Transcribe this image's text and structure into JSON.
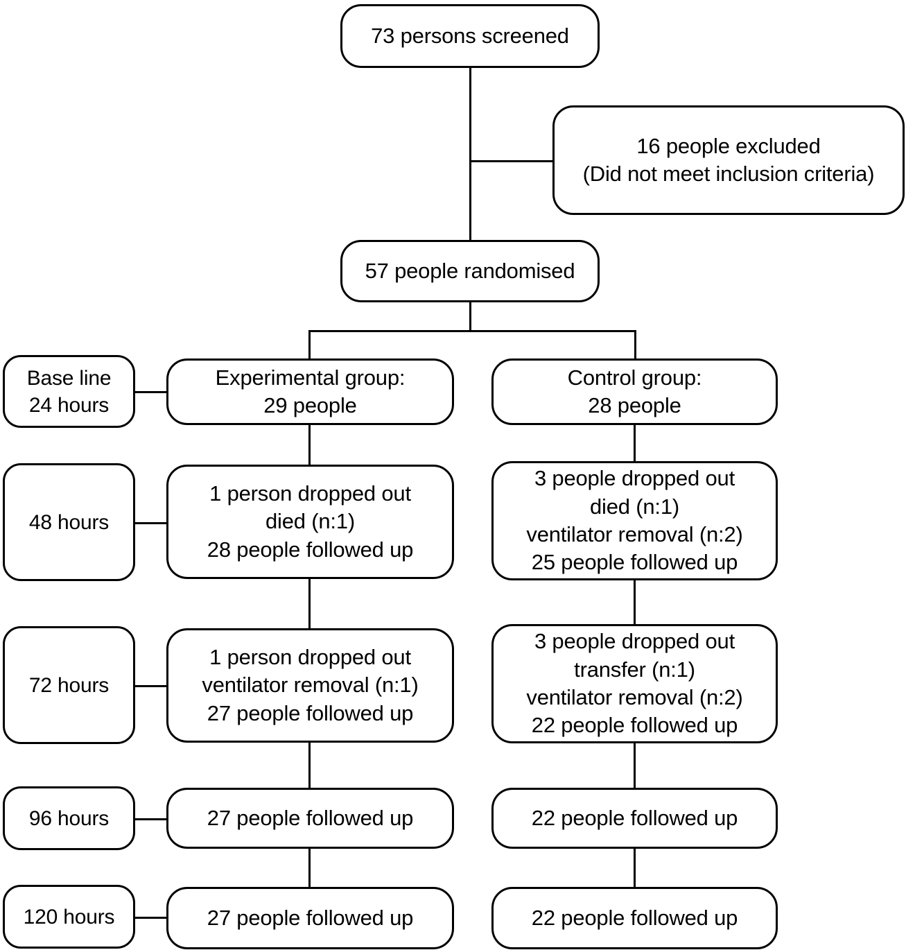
{
  "chart_data": {
    "type": "diagram",
    "title": "CONSORT participant flow diagram",
    "nodes": [
      {
        "id": "screened",
        "label": "73 persons screened"
      },
      {
        "id": "excluded",
        "label": "16 people excluded\n(Did not meet inclusion criteria)"
      },
      {
        "id": "randomised",
        "label": "57 people randomised"
      },
      {
        "id": "baseline_time",
        "label": "Base line\n24 hours"
      },
      {
        "id": "exp_baseline",
        "label": "Experimental group:\n29 people"
      },
      {
        "id": "ctl_baseline",
        "label": "Control group:\n28 people"
      },
      {
        "id": "t48",
        "label": "48 hours"
      },
      {
        "id": "exp_48",
        "label": "1 person dropped out\ndied (n:1)\n28 people followed up"
      },
      {
        "id": "ctl_48",
        "label": "3 people dropped out\ndied (n:1)\nventilator removal (n:2)\n25 people followed up"
      },
      {
        "id": "t72",
        "label": "72 hours"
      },
      {
        "id": "exp_72",
        "label": "1 person dropped out\nventilator removal (n:1)\n27 people followed up"
      },
      {
        "id": "ctl_72",
        "label": "3 people dropped out\ntransfer (n:1)\nventilator removal (n:2)\n22 people followed up"
      },
      {
        "id": "t96",
        "label": "96 hours"
      },
      {
        "id": "exp_96",
        "label": "27 people followed up"
      },
      {
        "id": "ctl_96",
        "label": "22 people followed up"
      },
      {
        "id": "t120",
        "label": "120 hours"
      },
      {
        "id": "exp_120",
        "label": "27 people followed up"
      },
      {
        "id": "ctl_120",
        "label": "22 people followed up"
      }
    ],
    "timepoints": [
      "Base line 24 hours",
      "48 hours",
      "72 hours",
      "96 hours",
      "120 hours"
    ],
    "arms": [
      "Experimental group",
      "Control group"
    ],
    "counts": {
      "screened": 73,
      "excluded": 16,
      "randomised": 57,
      "experimental": {
        "baseline": 29,
        "h48": 28,
        "h72": 27,
        "h96": 27,
        "h120": 27
      },
      "control": {
        "baseline": 28,
        "h48": 25,
        "h72": 22,
        "h96": 22,
        "h120": 22
      }
    },
    "line_color": "#000000",
    "background_color": "#ffffff"
  },
  "flow": {
    "screened": {
      "label": "73 persons screened"
    },
    "excluded": {
      "label": "16 people excluded\n(Did not meet inclusion criteria)"
    },
    "randomised": {
      "label": "57 people randomised"
    },
    "rows": [
      {
        "time": "Base line\n24 hours",
        "experimental": "Experimental group:\n29 people",
        "control": "Control group:\n28 people"
      },
      {
        "time": "48 hours",
        "experimental": "1 person dropped out\ndied (n:1)\n28 people followed up",
        "control": "3 people dropped out\ndied (n:1)\nventilator removal (n:2)\n25 people followed up"
      },
      {
        "time": "72 hours",
        "experimental": "1 person dropped out\nventilator removal (n:1)\n27 people followed up",
        "control": "3 people dropped out\ntransfer (n:1)\nventilator removal (n:2)\n22 people followed up"
      },
      {
        "time": "96 hours",
        "experimental": "27 people followed up",
        "control": "22 people followed up"
      },
      {
        "time": "120 hours",
        "experimental": "27 people followed up",
        "control": "22 people followed up"
      }
    ]
  }
}
